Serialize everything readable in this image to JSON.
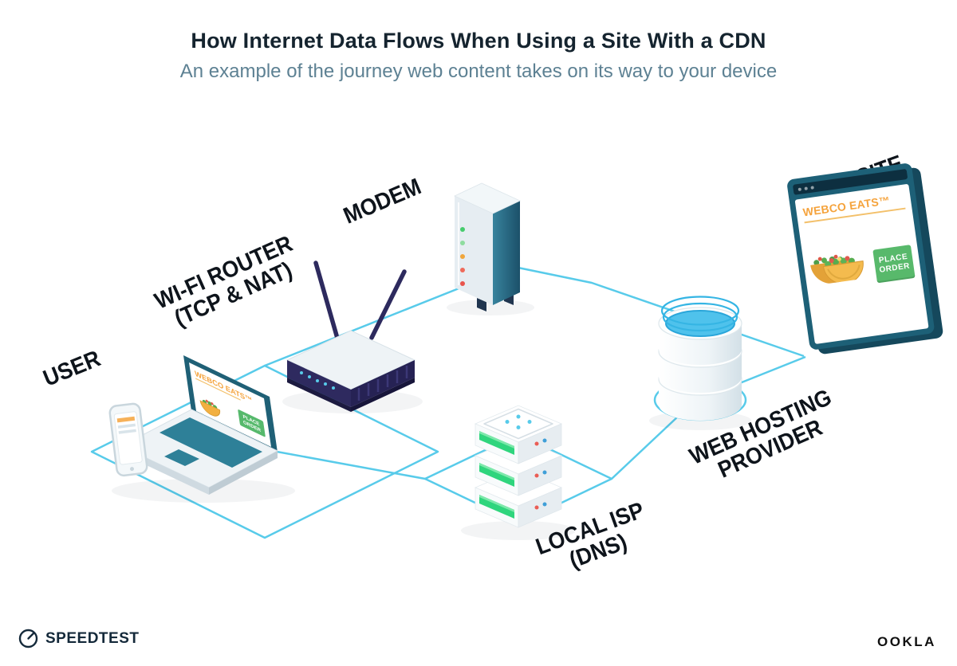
{
  "header": {
    "title": "How Internet Data Flows When Using a Site With a CDN",
    "subtitle": "An example of the journey web content takes on its way to your device"
  },
  "labels": {
    "user": "USER",
    "router_line1": "WI-FI ROUTER",
    "router_line2": "(TCP & NAT)",
    "modem": "MODEM",
    "isp_line1": "LOCAL ISP",
    "isp_line2": "(DNS)",
    "hosting_line1": "WEB HOSTING",
    "hosting_line2": "PROVIDER",
    "website": "WEBSITE"
  },
  "screens": {
    "laptop": {
      "brand": "WEBCO EATS™",
      "button_line1": "PLACE",
      "button_line2": "ORDER"
    },
    "website": {
      "brand": "WEBCO EATS™",
      "button_line1": "PLACE",
      "button_line2": "ORDER"
    }
  },
  "footer": {
    "speedtest_wordmark": "SPEEDTEST",
    "ookla_wordmark": "OOKLA"
  },
  "colors": {
    "connection_line": "#58cbea",
    "teal_dark": "#1d6077",
    "teal_mid": "#2e8098",
    "navy": "#2d2a5e",
    "brand_orange": "#f5a33c",
    "button_green": "#56b96c",
    "server_green": "#2fd57d",
    "title_text": "#15242f",
    "subtitle_text": "#5d8193"
  },
  "icons": {
    "speedtest_logo": "gauge-icon",
    "food_graphic": "taco-icon",
    "window_controls": "browser-dots-icon"
  }
}
